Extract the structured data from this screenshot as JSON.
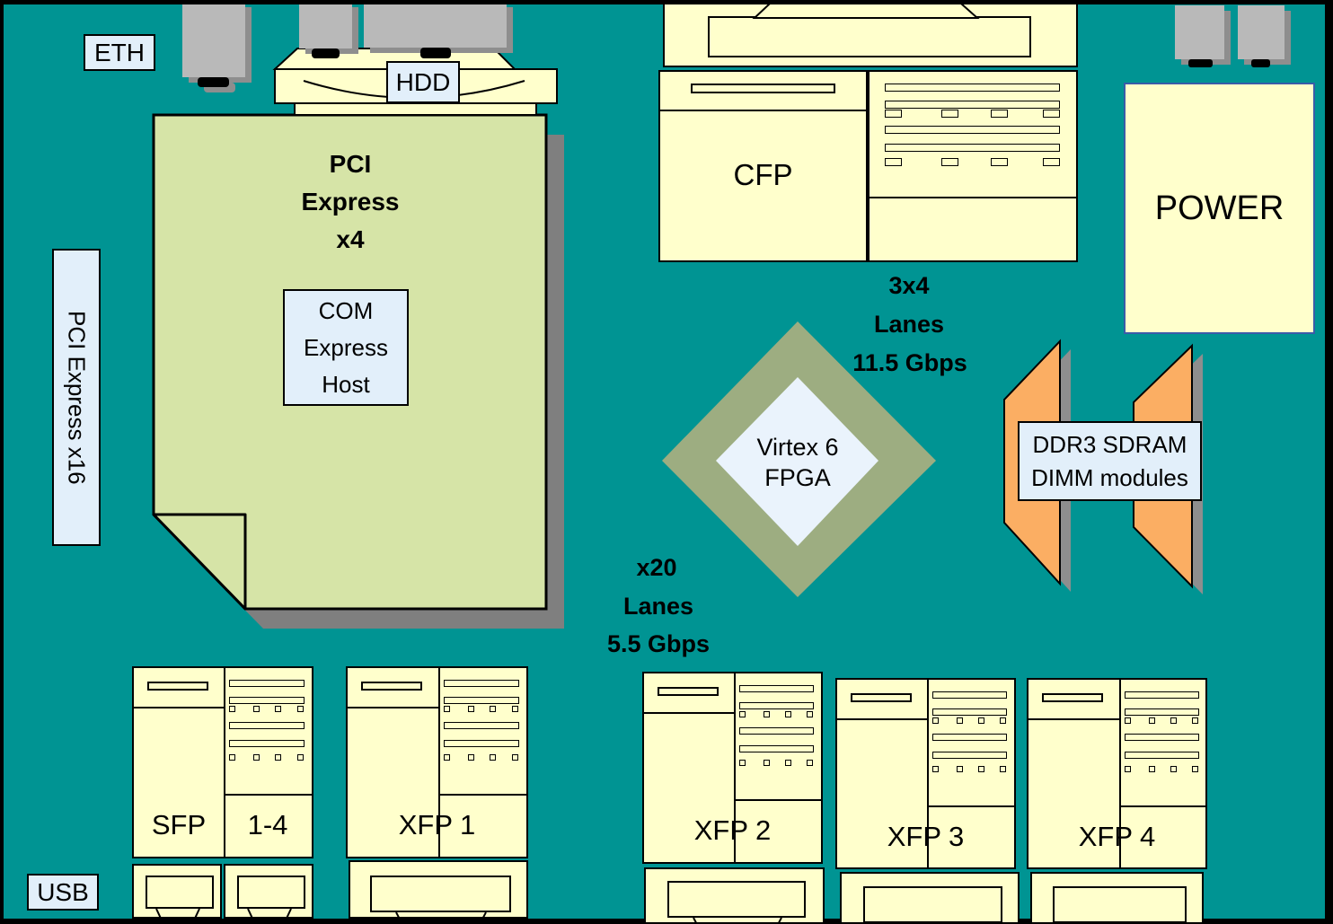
{
  "board": {
    "eth": "ETH",
    "hdd": "HDD",
    "usb": "USB",
    "power": "POWER",
    "cfp": "CFP",
    "pci_express_x16": "PCI Express x16"
  },
  "pci_card": {
    "line1": "PCI",
    "line2": "Express",
    "line3": "x4"
  },
  "com_host": {
    "line1": "COM",
    "line2": "Express",
    "line3": "Host"
  },
  "fpga": {
    "line1": "Virtex 6",
    "line2": "FPGA"
  },
  "ddr3": {
    "line1": "DDR3 SDRAM",
    "line2": "DIMM modules"
  },
  "link_top": {
    "line1": "3x4",
    "line2": "Lanes",
    "line3": "11.5 Gbps"
  },
  "link_bottom": {
    "line1": "x20",
    "line2": "Lanes",
    "line3": "5.5 Gbps"
  },
  "modules": {
    "sfp_name": "SFP",
    "sfp_range": "1-4",
    "xfp1": "XFP 1",
    "xfp2": "XFP 2",
    "xfp3": "XFP 3",
    "xfp4": "XFP 4"
  },
  "colors": {
    "background": "#009493",
    "block_yellow": "#FFFFCC",
    "block_green": "#D6E4A7",
    "label_blue": "#E2EFFA",
    "diamond_outer": "#9DAD81",
    "diamond_inner": "#EAF3FC",
    "dimm_orange": "#FBAE63",
    "shadow_gray": "#7F7F7F",
    "connector_gray": "#B9B9B9",
    "power_border": "#3A5CA8"
  }
}
